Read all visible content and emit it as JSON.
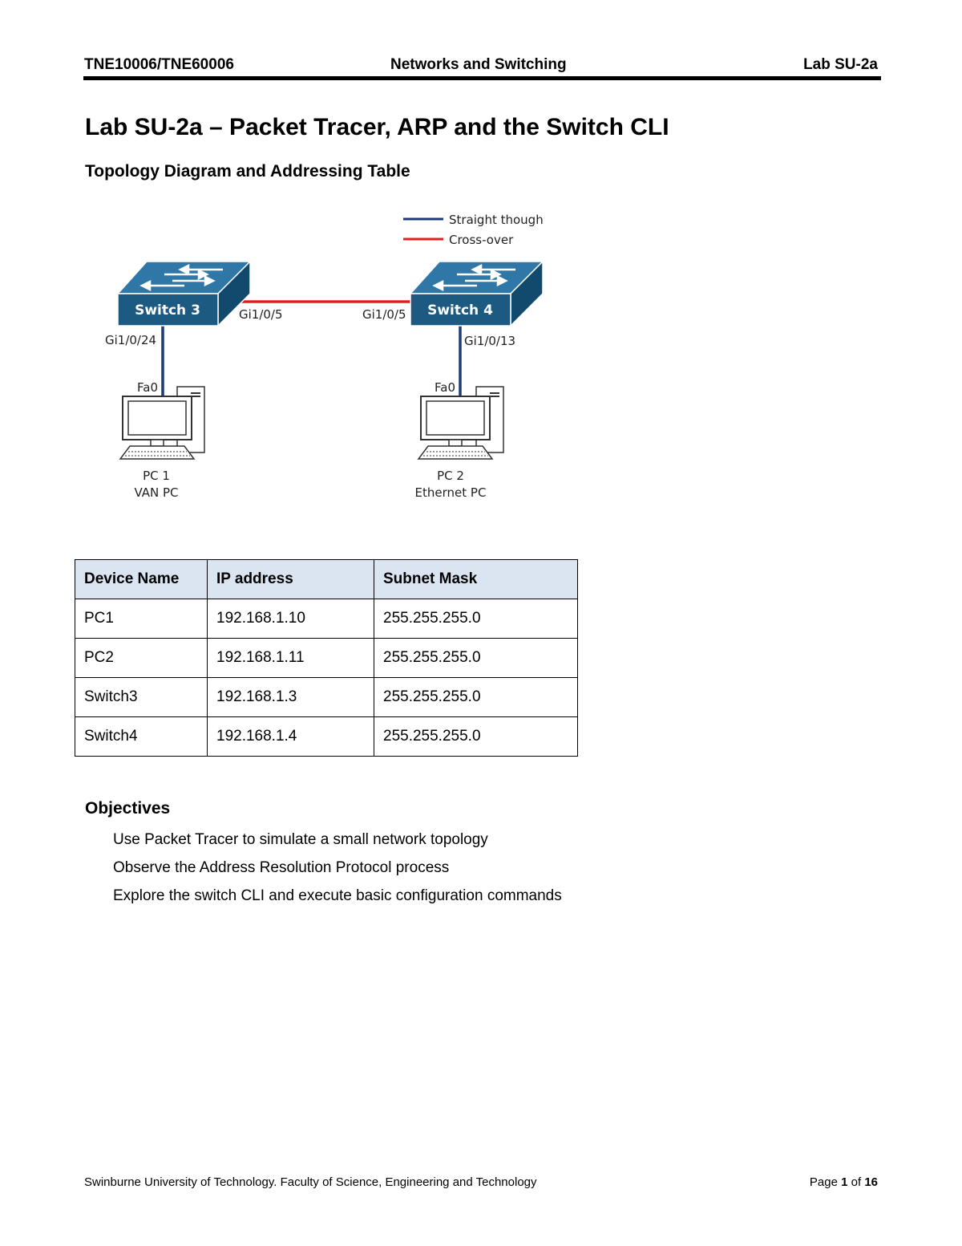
{
  "header": {
    "course": "TNE10006/TNE60006",
    "subject": "Networks and Switching",
    "lab": "Lab SU-2a"
  },
  "title": "Lab SU-2a – Packet Tracer, ARP and the Switch CLI",
  "subtitle": "Topology Diagram and Addressing Table",
  "diagram": {
    "legend": {
      "straight": "Straight though",
      "crossover": "Cross-over",
      "straight_color": "#1f3a7a",
      "crossover_color": "#e02020"
    },
    "switch_color": "#1d5a82",
    "switch3": "Switch 3",
    "switch4": "Switch 4",
    "sw3_port_right": "Gi1/0/5",
    "sw4_port_left": "Gi1/0/5",
    "sw3_port_down": "Gi1/0/24",
    "sw4_port_down": "Gi1/0/13",
    "pc1_port": "Fa0",
    "pc2_port": "Fa0",
    "pc1_name": "PC 1",
    "pc1_desc": "VAN PC",
    "pc2_name": "PC 2",
    "pc2_desc": "Ethernet PC"
  },
  "table": {
    "headers": [
      "Device Name",
      "IP address",
      "Subnet Mask"
    ],
    "rows": [
      [
        "PC1",
        "192.168.1.10",
        "255.255.255.0"
      ],
      [
        "PC2",
        "192.168.1.11",
        "255.255.255.0"
      ],
      [
        "Switch3",
        "192.168.1.3",
        "255.255.255.0"
      ],
      [
        "Switch4",
        "192.168.1.4",
        "255.255.255.0"
      ]
    ]
  },
  "objectives": {
    "heading": "Objectives",
    "items": [
      "Use Packet Tracer to simulate a small network topology",
      "Observe the Address Resolution Protocol process",
      "Explore the switch CLI and execute basic configuration commands"
    ]
  },
  "footer": {
    "left": "Swinburne University of Technology. Faculty of Science, Engineering and Technology",
    "page_prefix": "Page ",
    "page": "1",
    "page_mid": " of ",
    "total": "16"
  }
}
